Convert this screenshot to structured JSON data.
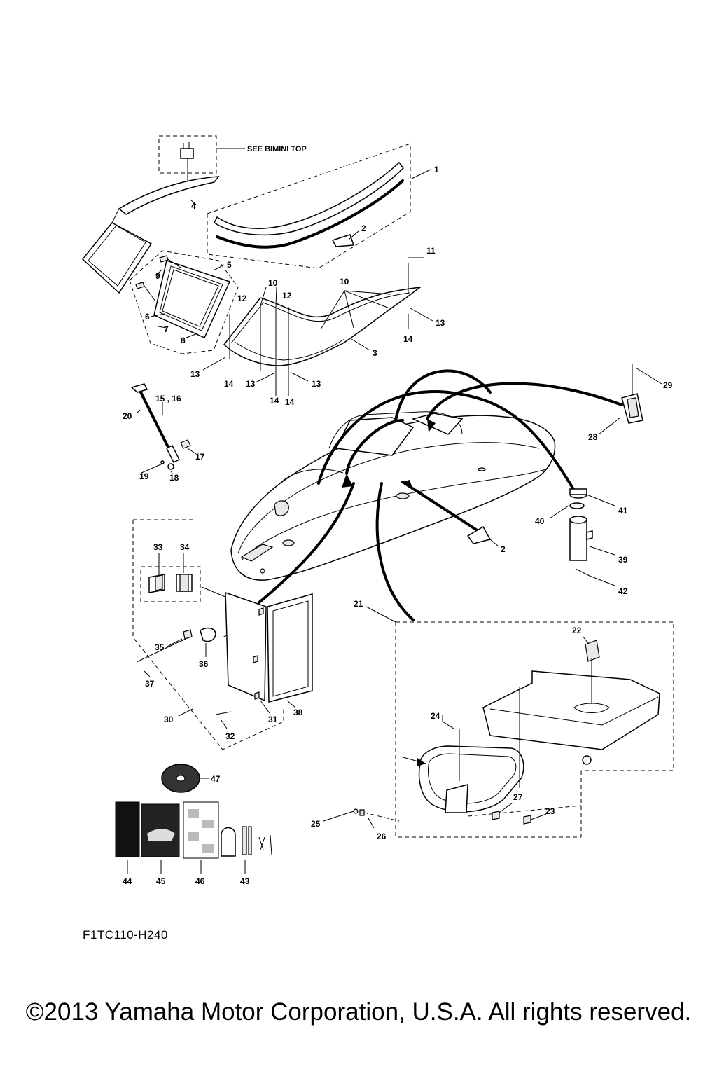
{
  "diagram": {
    "note": "SEE BIMINI TOP",
    "drawing_code": "F1TC110-H240",
    "copyright": "©2013 Yamaha Motor Corporation, U.S.A. All rights reserved."
  },
  "callouts": [
    {
      "id": "c1",
      "text": "1"
    },
    {
      "id": "c2a",
      "text": "2"
    },
    {
      "id": "c2b",
      "text": "2"
    },
    {
      "id": "c3",
      "text": "3"
    },
    {
      "id": "c4",
      "text": "4"
    },
    {
      "id": "c5",
      "text": "5"
    },
    {
      "id": "c6",
      "text": "6"
    },
    {
      "id": "c7",
      "text": "7"
    },
    {
      "id": "c8",
      "text": "8"
    },
    {
      "id": "c9",
      "text": "9"
    },
    {
      "id": "c10a",
      "text": "10"
    },
    {
      "id": "c10b",
      "text": "10"
    },
    {
      "id": "c11",
      "text": "11"
    },
    {
      "id": "c12a",
      "text": "12"
    },
    {
      "id": "c12b",
      "text": "12"
    },
    {
      "id": "c13a",
      "text": "13"
    },
    {
      "id": "c13b",
      "text": "13"
    },
    {
      "id": "c13c",
      "text": "13"
    },
    {
      "id": "c13d",
      "text": "13"
    },
    {
      "id": "c14a",
      "text": "14"
    },
    {
      "id": "c14b",
      "text": "14"
    },
    {
      "id": "c14c",
      "text": "14"
    },
    {
      "id": "c14d",
      "text": "14"
    },
    {
      "id": "c1516",
      "text": "15 , 16"
    },
    {
      "id": "c17",
      "text": "17"
    },
    {
      "id": "c18",
      "text": "18"
    },
    {
      "id": "c19",
      "text": "19"
    },
    {
      "id": "c20",
      "text": "20"
    },
    {
      "id": "c21",
      "text": "21"
    },
    {
      "id": "c22",
      "text": "22"
    },
    {
      "id": "c23",
      "text": "23"
    },
    {
      "id": "c24",
      "text": "24"
    },
    {
      "id": "c25",
      "text": "25"
    },
    {
      "id": "c26",
      "text": "26"
    },
    {
      "id": "c27",
      "text": "27"
    },
    {
      "id": "c28",
      "text": "28"
    },
    {
      "id": "c29",
      "text": "29"
    },
    {
      "id": "c30",
      "text": "30"
    },
    {
      "id": "c31",
      "text": "31"
    },
    {
      "id": "c32",
      "text": "32"
    },
    {
      "id": "c33",
      "text": "33"
    },
    {
      "id": "c34",
      "text": "34"
    },
    {
      "id": "c35",
      "text": "35"
    },
    {
      "id": "c36",
      "text": "36"
    },
    {
      "id": "c37",
      "text": "37"
    },
    {
      "id": "c38",
      "text": "38"
    },
    {
      "id": "c39",
      "text": "39"
    },
    {
      "id": "c40",
      "text": "40"
    },
    {
      "id": "c41",
      "text": "41"
    },
    {
      "id": "c42",
      "text": "42"
    },
    {
      "id": "c43",
      "text": "43"
    },
    {
      "id": "c44",
      "text": "44"
    },
    {
      "id": "c45",
      "text": "45"
    },
    {
      "id": "c46",
      "text": "46"
    },
    {
      "id": "c47",
      "text": "47"
    }
  ]
}
